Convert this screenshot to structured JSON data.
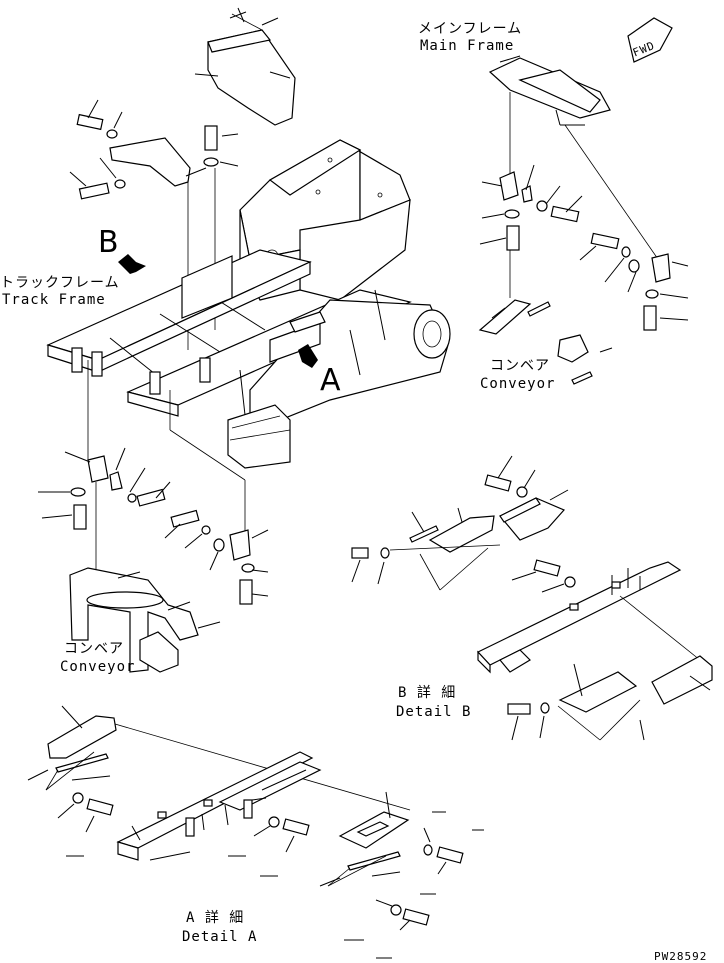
{
  "labels": {
    "main_frame_jp": "メインフレーム",
    "main_frame_en": "Main Frame",
    "track_frame_jp": "トラックフレーム",
    "track_frame_en": "Track Frame",
    "conveyor_right_jp": "コンベア",
    "conveyor_right_en": "Conveyor",
    "conveyor_left_jp": "コンベア",
    "conveyor_left_en": "Conveyor",
    "detail_b_jp": "B 詳 細",
    "detail_b_en": "Detail B",
    "detail_a_jp": "A 詳 細",
    "detail_a_en": "Detail A",
    "arrow_b": "B",
    "arrow_a": "A",
    "fwd": "FWD",
    "drawing_code": "PW28592"
  }
}
